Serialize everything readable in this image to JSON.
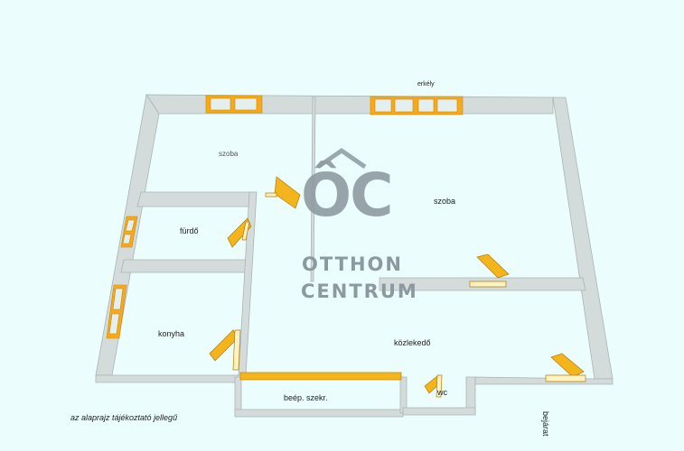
{
  "rooms": {
    "erkely": "erkély",
    "szoba_left": "szoba",
    "szoba_right": "szoba",
    "furdo": "fürdő",
    "konyha": "konyha",
    "kozlekedo": "közlekedő",
    "beep_szekr": "beép. szekr.",
    "wc": "wc",
    "bejarat": "bejárat"
  },
  "watermark": {
    "mark": "ÔC",
    "line1": "OTTHON",
    "line2": "CENTRUM"
  },
  "disclaimer": "az alaprajz tájékoztató jellegű",
  "colors": {
    "background": "#ebfdfd",
    "wall_top": "#d6dddd",
    "wall_side": "#b9c3c3",
    "door": "#f4b41c",
    "window": "#f7a91b"
  }
}
